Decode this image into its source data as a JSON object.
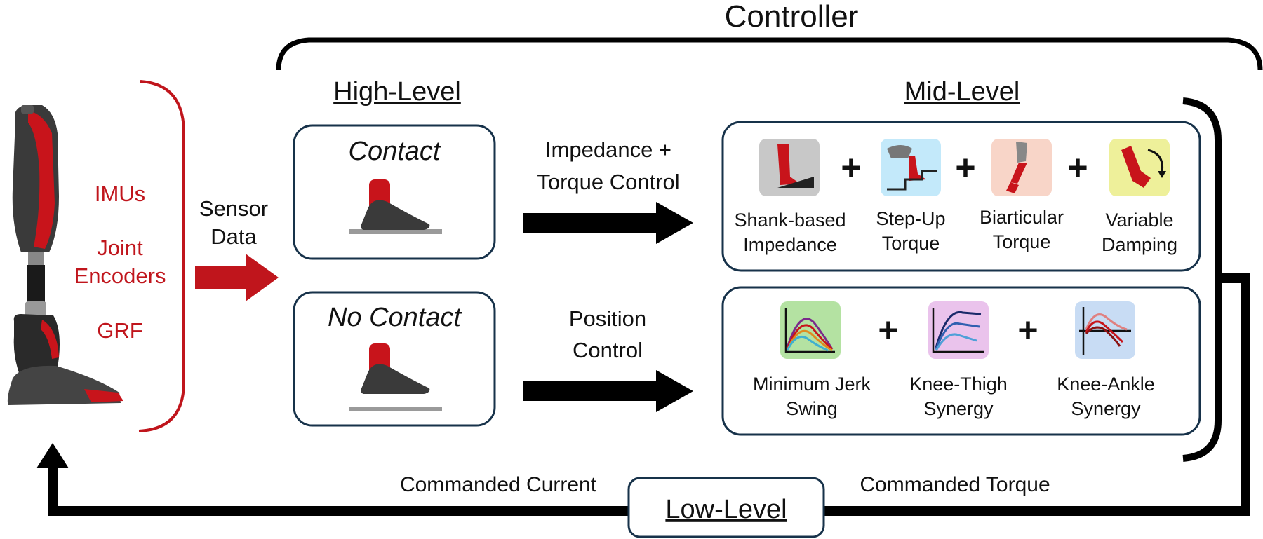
{
  "title": "Controller",
  "sensors": [
    "IMUs",
    "Joint",
    "Encoders",
    "GRF"
  ],
  "sensor_data": [
    "Sensor",
    "Data"
  ],
  "high_level": {
    "heading": "High-Level",
    "contact": "Contact",
    "no_contact": "No Contact"
  },
  "arrows": {
    "impedance": [
      "Impedance +",
      "Torque Control"
    ],
    "position": [
      "Position",
      "Control"
    ]
  },
  "mid_level": {
    "heading": "Mid-Level",
    "plus": "+",
    "top": [
      {
        "line1": "Shank-based",
        "line2": "Impedance",
        "bg": "#c8c8c8",
        "icon": "shank-icon"
      },
      {
        "line1": "Step-Up",
        "line2": "Torque",
        "bg": "#c3e9fa",
        "icon": "step-up-icon"
      },
      {
        "line1": "Biarticular",
        "line2": "Torque",
        "bg": "#f8d5c8",
        "icon": "biarticular-icon"
      },
      {
        "line1": "Variable",
        "line2": "Damping",
        "bg": "#eef09a",
        "icon": "damping-icon"
      }
    ],
    "bottom": [
      {
        "line1": "Minimum Jerk",
        "line2": "Swing",
        "bg": "#b4e2a2",
        "icon": "min-jerk-plot-icon"
      },
      {
        "line1": "Knee-Thigh",
        "line2": "Synergy",
        "bg": "#eac3ec",
        "icon": "knee-thigh-plot-icon"
      },
      {
        "line1": "Knee-Ankle",
        "line2": "Synergy",
        "bg": "#c8dcf4",
        "icon": "knee-ankle-plot-icon"
      }
    ]
  },
  "feedback": {
    "commanded_current": "Commanded Current",
    "commanded_torque": "Commanded Torque",
    "low_level": "Low-Level"
  },
  "colors": {
    "accent": "#c0151c",
    "box_border": "#17324a"
  }
}
